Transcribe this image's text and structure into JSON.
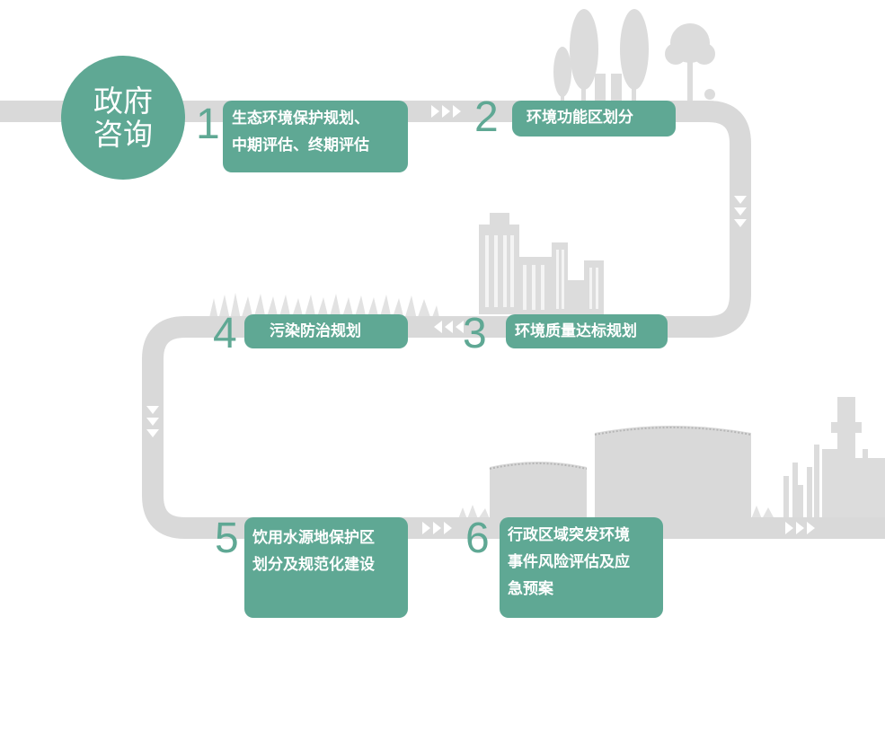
{
  "badge": {
    "line1": "政府",
    "line2": "咨询"
  },
  "steps": [
    {
      "number": "1",
      "lines": [
        "生态环境保护规划、",
        "中期评估、终期评估"
      ]
    },
    {
      "number": "2",
      "lines": [
        "环境功能区划分"
      ]
    },
    {
      "number": "3",
      "lines": [
        "环境质量达标规划"
      ]
    },
    {
      "number": "4",
      "lines": [
        "污染防治规划"
      ]
    },
    {
      "number": "5",
      "lines": [
        "饮用水源地保护区",
        "划分及规范化建设"
      ]
    },
    {
      "number": "6",
      "lines": [
        "行政区域突发环境",
        "事件风险评估及应",
        "急预案"
      ]
    }
  ],
  "colors": {
    "accent": "#5fa894",
    "track": "#d9d9d9",
    "silhouette": "#dcdcdc"
  }
}
